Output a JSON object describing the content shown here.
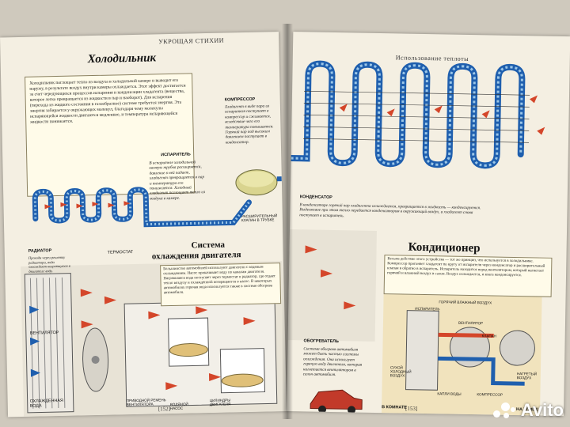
{
  "left_page": {
    "running_head": "УКРОЩАЯ СТИХИИ",
    "title_fridge": "Холодильник",
    "fridge_text": "Холодильник поглощает тепло из воздуха в холодильной камере и выводит его наружу, в результате воздух внутри камеры охлаждается. Этот эффект достигается за счет чередующихся процессов испарения и конденсации хладагента (вещества, которое легко превращается из жидкости в пар и наоборот). Для испарения (перехода из жидкого состояния в газообразное) системе требуется энергия. Эта энергия забирается у окружающих молекул, благодаря чему молекулы испаряющейся жидкости двигаются медленнее, и температура испаряющейся жидкости понижается.",
    "evaporator_label": "Испаритель",
    "evaporator_text": "В испарителе холодильной камеры трубка расширяется, давление в ней падает, хладагент превращается в пар и температура его понижается. Холодный хладагент поглощает тепло из воздуха в камере.",
    "compressor_label": "Компрессор",
    "compressor_text": "Хладагент в виде пара из испарителя поступает в компрессор и сжимается, вследствие чего его температура повышается. Горячий пар под высоким давлением поступает в конденсатор.",
    "valve_label": "Расширительный клапан в трубке",
    "title_engine_1": "Система",
    "title_engine_2": "охлаждения двигателя",
    "radiator_label": "Радиатор",
    "radiator_text": "Проходя через решетку радиатора, вода охлаждает нагревшуюся в двигателе воду.",
    "thermostat_label": "Термостат",
    "engine_text": "Большинство автомобилей используют двигатели с водяным охлаждением. Насос прокачивает воду по каналам двигателя. Нагревшаяся вода поступает через термостат в радиатор, где отдает тепло воздуху и охлажденной возвращается в насос. В некоторых автомобилях горячая вода используется также в системе обогрева автомобиля.",
    "fan_label": "Вентилятор",
    "cooled_water_label": "Охлажденная вода",
    "belt_label": "Приводной ремень вентилятора",
    "pump_label": "Водяной насос",
    "cylinders_label": "Цилиндры двигателя",
    "page_number": "[152]"
  },
  "right_page": {
    "heat_use_label": "Использование теплоты",
    "condenser_label": "Конденсатор",
    "condenser_text": "В конденсаторе горячий пар хладагента охлаждается, превращается в жидкость — конденсируется. Выделяемое при этом тепло передается конденсатором в окружающий воздух, а хладагент снова поступает в испаритель.",
    "title_ac": "Кондиционер",
    "ac_text": "Весьма действие этого устройства — тот же принцип, что используется в холодильнике. Компрессор прогоняет хладагент по кругу от испарителя через конденсатор и расширительный клапан в обратно в испаритель. Испаритель находится перед вентилятором, который нагнетает горячий и влажный воздух в салон. Воздух охлаждается, и влага конденсируется.",
    "heater_label": "Обогреватель",
    "heater_text": "Система обогрева автомобиля может быть частью системы охлаждения. Она использует горячую воду двигателя, которая нагнетается вентилятором в салон автомобиля.",
    "hot_humid_label": "Горячий влажный воздух",
    "evaporator_label": "Испаритель",
    "fan_label": "Вентилятор",
    "valve_label": "Клапан",
    "cool_dry_label": "Сухой холодный воздух",
    "hot_air_label": "Нагретый воздух",
    "condensate_label": "Капли воды",
    "compressor_label": "Компрессор",
    "room_label": "В комнате",
    "outside_label": "На улице",
    "page_number": "[153]"
  },
  "watermark": "Avito",
  "colors": {
    "cold": "#1f5fae",
    "hot": "#d4462a",
    "paper": "#f4efe2"
  }
}
